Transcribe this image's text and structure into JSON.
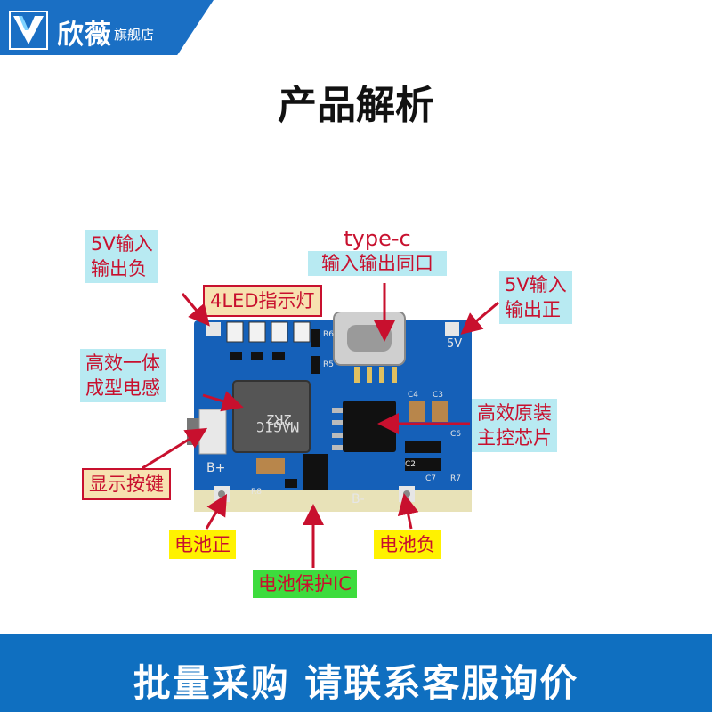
{
  "header": {
    "brand": "欣薇",
    "store": "旗舰店"
  },
  "title": "产品解析",
  "labels": {
    "input_neg": [
      "5V输入",
      "输出负"
    ],
    "typec": [
      "type-c",
      "输入输出同口"
    ],
    "input_pos": [
      "5V输入",
      "输出正"
    ],
    "led": "4LED指示灯",
    "inductor": [
      "高效一体",
      "成型电感"
    ],
    "chip": [
      "高效原装",
      "主控芯片"
    ],
    "button": "显示按键",
    "bat_pos": "电池正",
    "bat_neg": "电池负",
    "protect": "电池保护IC"
  },
  "pcb": {
    "inductor_marking": [
      "2R2",
      "MAGIC"
    ],
    "silk_bplus": "B+",
    "silk_bminus": "B-",
    "silk_5v": "5V",
    "silk_r6": "R6",
    "silk_r5": "R5",
    "silk_c4": "C4",
    "silk_c3": "C3",
    "silk_c6": "C6",
    "silk_c2": "C2",
    "silk_c7": "C7",
    "silk_r7": "R7",
    "silk_r8": "R8"
  },
  "footer": "批量采购 请联系客服询价",
  "colors": {
    "banner": "#1a6fc4",
    "label_red": "#c8102e",
    "pcb_blue": "#1560b8",
    "footer": "#0f6fc0"
  }
}
